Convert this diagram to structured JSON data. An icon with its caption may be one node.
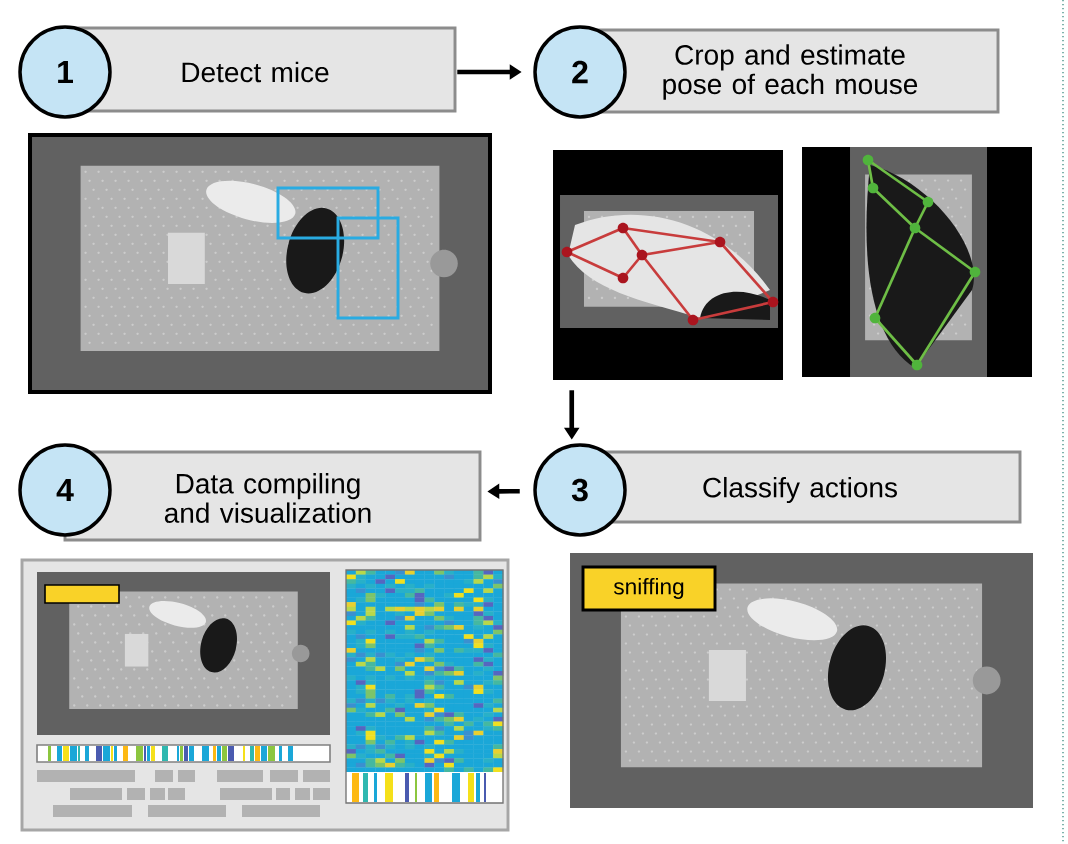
{
  "diagram": {
    "nodes": [
      {
        "text": [
          "1",
          "Detect mice"
        ]
      },
      {
        "text": [
          "2",
          "Crop and estimate pose of each mouse"
        ]
      },
      {
        "text": [
          "3",
          "Classify actions"
        ]
      },
      {
        "text": [
          "4",
          "Data compiling and visualization"
        ]
      },
      {
        "text": [],
        "shape": "picture"
      },
      {
        "text": [],
        "shape": "picture"
      },
      {
        "text": [],
        "shape": "picture"
      },
      {
        "text": [],
        "shape": "picture"
      },
      {
        "text": [
          "sniffing"
        ],
        "in": 7
      },
      {
        "text": [],
        "shape": "picture"
      }
    ],
    "edges": [
      {
        "from": 0,
        "to": 1,
        "arrow": "to"
      },
      {
        "from": 5,
        "to": 2,
        "arrow": "to"
      },
      {
        "from": 2,
        "to": 3,
        "arrow": "to"
      }
    ]
  }
}
